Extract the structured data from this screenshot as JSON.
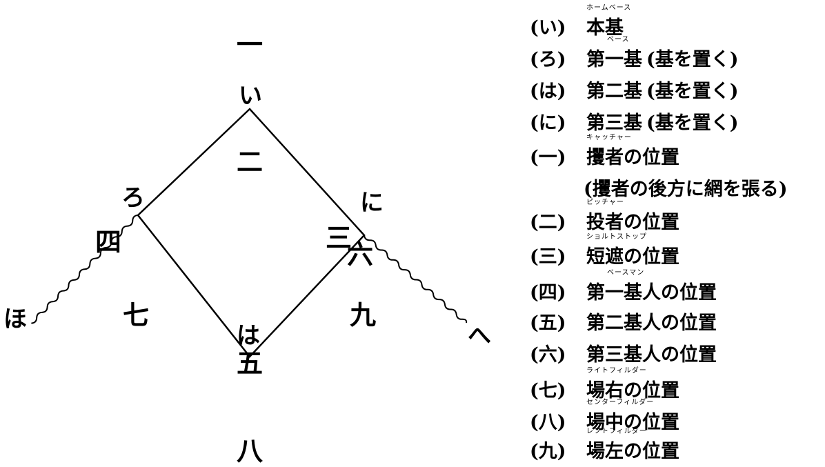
{
  "diagram": {
    "marks": {
      "pos_1": "一",
      "pos_2": "二",
      "pos_3": "三",
      "pos_4": "四",
      "pos_5": "五",
      "pos_6": "六",
      "pos_7": "七",
      "pos_8": "八",
      "pos_9": "九",
      "base_i": "い",
      "base_ro": "ろ",
      "base_ha": "は",
      "base_ni": "に",
      "foul_ho": "ほ",
      "foul_he": "へ"
    }
  },
  "legend": [
    {
      "code": "(い)",
      "ruby": "ホームベース",
      "name": "本基",
      "note": ""
    },
    {
      "code": "(ろ)",
      "ruby": "ベース",
      "name": "第一基",
      "note": "(基を置く)"
    },
    {
      "code": "(は)",
      "ruby": "",
      "name": "第二基",
      "note": "(基を置く)"
    },
    {
      "code": "(に)",
      "ruby": "",
      "name": "第三基",
      "note": "(基を置く)"
    },
    {
      "code": "(一)",
      "ruby": "キャッチャー",
      "name": "攫者の位置",
      "note": ""
    },
    {
      "code": "(二)",
      "ruby": "ピッチャー",
      "name": "投者の位置",
      "note": ""
    },
    {
      "code": "(三)",
      "ruby": "ショルトストップ",
      "name": "短遮の位置",
      "note": ""
    },
    {
      "code": "(四)",
      "ruby": "ベースマン",
      "name": "第一基人の位置",
      "note": ""
    },
    {
      "code": "(五)",
      "ruby": "",
      "name": "第二基人の位置",
      "note": ""
    },
    {
      "code": "(六)",
      "ruby": "",
      "name": "第三基人の位置",
      "note": ""
    },
    {
      "code": "(七)",
      "ruby": "ライトフィルダー",
      "name": "場右の位置",
      "note": ""
    },
    {
      "code": "(八)",
      "ruby": "センターフィルダー",
      "name": "場中の位置",
      "note": ""
    },
    {
      "code": "(九)",
      "ruby": "レフトフィルダー",
      "name": "場左の位置",
      "note": ""
    }
  ],
  "legend_note": "(攫者の後方に網を張る)"
}
